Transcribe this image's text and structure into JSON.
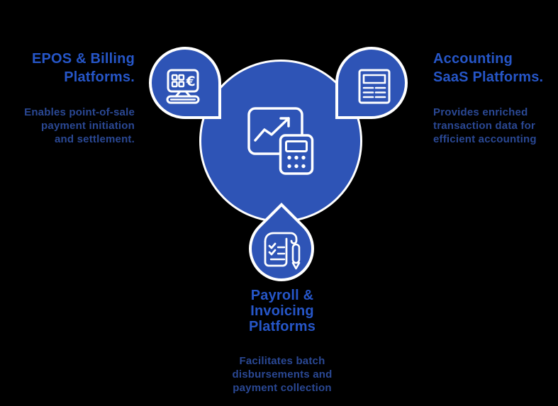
{
  "canvas": {
    "background": "#000000"
  },
  "colors": {
    "bubble_blue": "#2e54b6",
    "outline_white": "#ffffff",
    "heading_blue": "#2656c8",
    "body_blue": "#2a4894"
  },
  "center_hub": {
    "icon": "chart-calculator-icon"
  },
  "nodes": [
    {
      "id": "epos-billing",
      "position": "top-left",
      "icon": "pos-terminal-icon",
      "title": "EPOS & Billing\nPlatforms.",
      "description": "Enables point-of-sale\npayment initiation\nand settlement."
    },
    {
      "id": "accounting-saas",
      "position": "top-right",
      "icon": "accounting-ledger-icon",
      "title": "Accounting\nSaaS Platforms.",
      "description": "Provides enriched\ntransaction data for\nefficient accounting"
    },
    {
      "id": "payroll-invoicing",
      "position": "bottom",
      "icon": "payroll-checklist-icon",
      "title": "Payroll &\nInvoicing\nPlatforms",
      "description": "Facilitates batch\ndisbursements and\npayment collection"
    }
  ],
  "pos_icon_currency": "€"
}
